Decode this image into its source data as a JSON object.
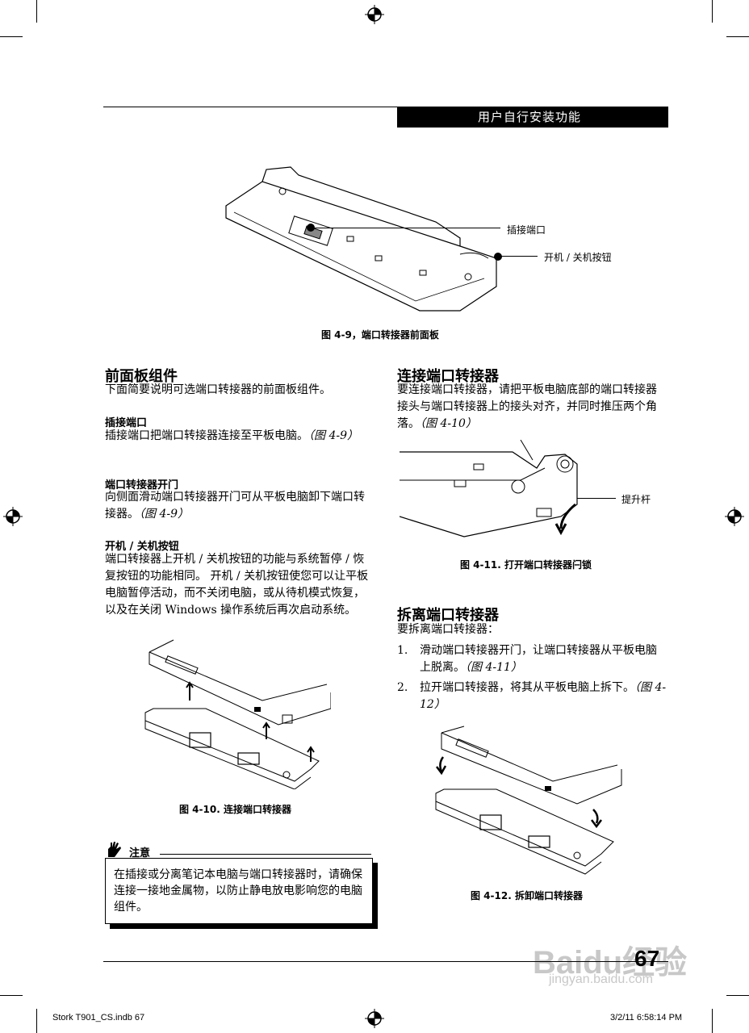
{
  "header": {
    "section_title": "用户自行安装功能"
  },
  "figure_4_9": {
    "caption": "图 4-9，端口转接器前面板",
    "callout_dock_connector": "插接端口",
    "callout_power_button": "开机 / 关机按钮"
  },
  "left_column": {
    "heading": "前面板组件",
    "intro": "下面简要说明可选端口转接器的前面板组件。",
    "items": [
      {
        "title": "插接端口",
        "body": "插接端口把端口转接器连接至平板电脑。",
        "ref": "（图 4-9）"
      },
      {
        "title": "端口转接器开门",
        "body": "向侧面滑动端口转接器开门可从平板电脑卸下端口转接器。",
        "ref": "（图 4-9）"
      },
      {
        "title": "开机 / 关机按钮",
        "body": "端口转接器上开机 / 关机按钮的功能与系统暂停 / 恢复按钮的功能相同。 开机 / 关机按钮使您可以让平板电脑暂停活动，而不关闭电脑，或从待机模式恢复，以及在关闭 Windows 操作系统后再次启动系统。",
        "ref": ""
      }
    ],
    "figure_4_10_caption": "图 4-10. 连接端口转接器",
    "note": {
      "label": "注意",
      "text": "在插接或分离笔记本电脑与端口转接器时，请确保连接一接地金属物，以防止静电放电影响您的电脑组件。"
    }
  },
  "right_column": {
    "connect": {
      "heading": "连接端口转接器",
      "body": "要连接端口转接器，请把平板电脑底部的端口转接器接头与端口转接器上的接头对齐，并同时推压两个角落。",
      "ref": "（图 4-10）"
    },
    "figure_4_11": {
      "caption": "图 4-11. 打开端口转接器闩锁",
      "callout_lever": "提升杆"
    },
    "detach": {
      "heading": "拆离端口转接器",
      "intro": "要拆离端口转接器：",
      "steps": [
        {
          "num": "1.",
          "text": "滑动端口转接器开门，让端口转接器从平板电脑上脱离。",
          "ref": "（图 4-11）"
        },
        {
          "num": "2.",
          "text": "拉开端口转接器，将其从平板电脑上拆下。",
          "ref": "（图 4-12）"
        }
      ]
    },
    "figure_4_12_caption": "图 4-12. 拆卸端口转接器"
  },
  "footer": {
    "page_number": "67",
    "file_info": "Stork T901_CS.indb   67",
    "timestamp": "3/2/11   6:58:14 PM"
  },
  "watermark": {
    "brand": "Baidu经验",
    "url": "jingyan.baidu.com"
  }
}
